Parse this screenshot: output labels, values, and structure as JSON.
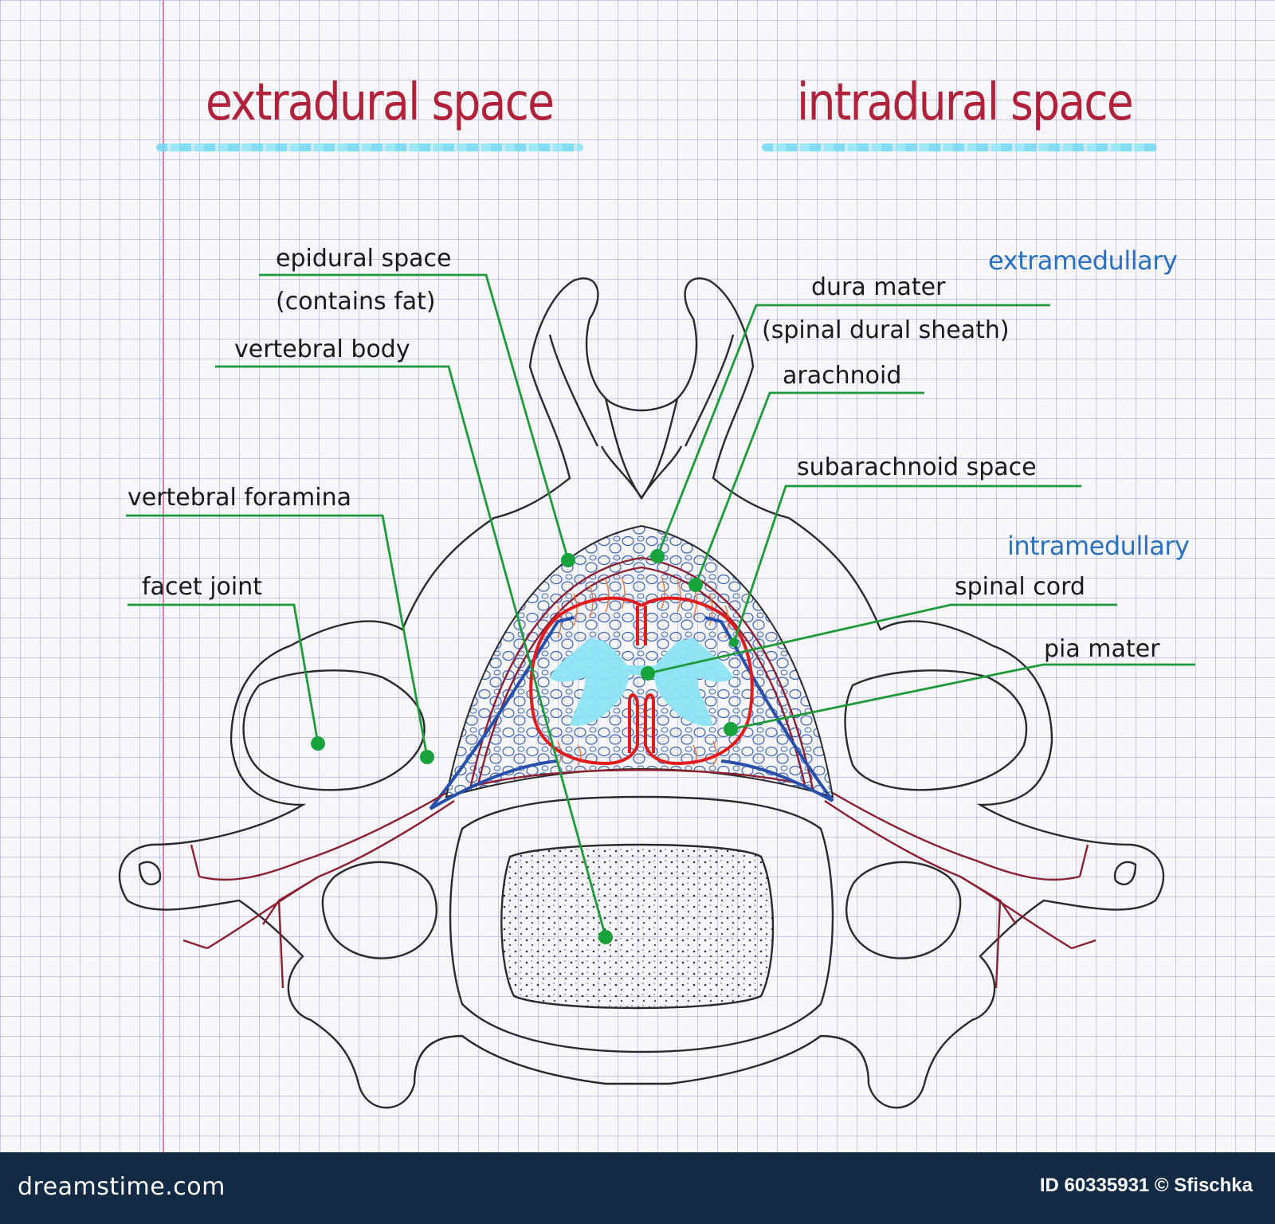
{
  "headings": {
    "extradural": "extradural space",
    "intradural": "intradural space"
  },
  "zones": {
    "extramedullary": "extramedullary",
    "intramedullary": "intramedullary"
  },
  "labels": {
    "epidural_space": "epidural space",
    "epidural_space_note": "(contains fat)",
    "vertebral_body": "vertebral body",
    "vertebral_foramina": "vertebral foramina",
    "facet_joint": "facet joint",
    "dura_mater": "dura mater",
    "dura_mater_note": "(spinal dural sheath)",
    "arachnoid": "arachnoid",
    "subarachnoid_space": "subarachnoid space",
    "spinal_cord": "spinal cord",
    "pia_mater": "pia mater"
  },
  "footer": {
    "logo": "dreamstime.com",
    "id_text": "ID 60335931 © Sfischka"
  },
  "colors": {
    "heading_red": "#b0213a",
    "leader_green": "#1f9a3a",
    "zone_blue": "#2a6fc0",
    "cord_red": "#e01c1c",
    "grey_matter": "#8ee4f5",
    "nerve_dark_red": "#8b2030",
    "footer_bg": "#132a44"
  }
}
